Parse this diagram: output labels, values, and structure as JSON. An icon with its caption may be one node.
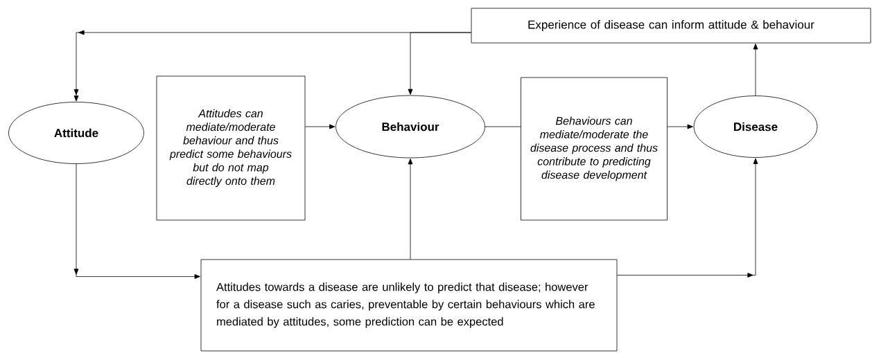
{
  "diagram": {
    "nodes": [
      {
        "text": [
          "Attitude"
        ]
      },
      {
        "text": [
          "Attitudes can mediate/moderate behaviour and thus predict some behaviours but do not map directly onto them"
        ]
      },
      {
        "text": [
          "Behaviour"
        ]
      },
      {
        "text": [
          "Behaviours can mediate/moderate the disease process and thus contribute to predicting disease development"
        ]
      },
      {
        "text": [
          "Disease"
        ]
      },
      {
        "text": [
          "Experience of disease can inform attitude & behaviour"
        ]
      },
      {
        "text": [
          "Attitudes towards a disease are unlikely to predict that disease; however for a disease such as caries, preventable by certain behaviours which are mediated by attitudes, some prediction can be expected"
        ]
      }
    ],
    "edges": [
      {
        "from": 1,
        "to": 2,
        "arrow": "to"
      },
      {
        "from": 2,
        "to": 3,
        "arrow": "none"
      },
      {
        "from": 3,
        "to": 4,
        "arrow": "to"
      },
      {
        "from": 4,
        "to": 5,
        "arrow": "to"
      },
      {
        "from": 5,
        "to": 0,
        "arrow": "to"
      },
      {
        "from": 5,
        "to": 2,
        "arrow": "to"
      },
      {
        "from": 0,
        "to": 6,
        "arrow": "to"
      },
      {
        "from": 6,
        "to": 2,
        "arrow": "to"
      },
      {
        "from": 6,
        "to": 4,
        "arrow": "to"
      }
    ]
  }
}
